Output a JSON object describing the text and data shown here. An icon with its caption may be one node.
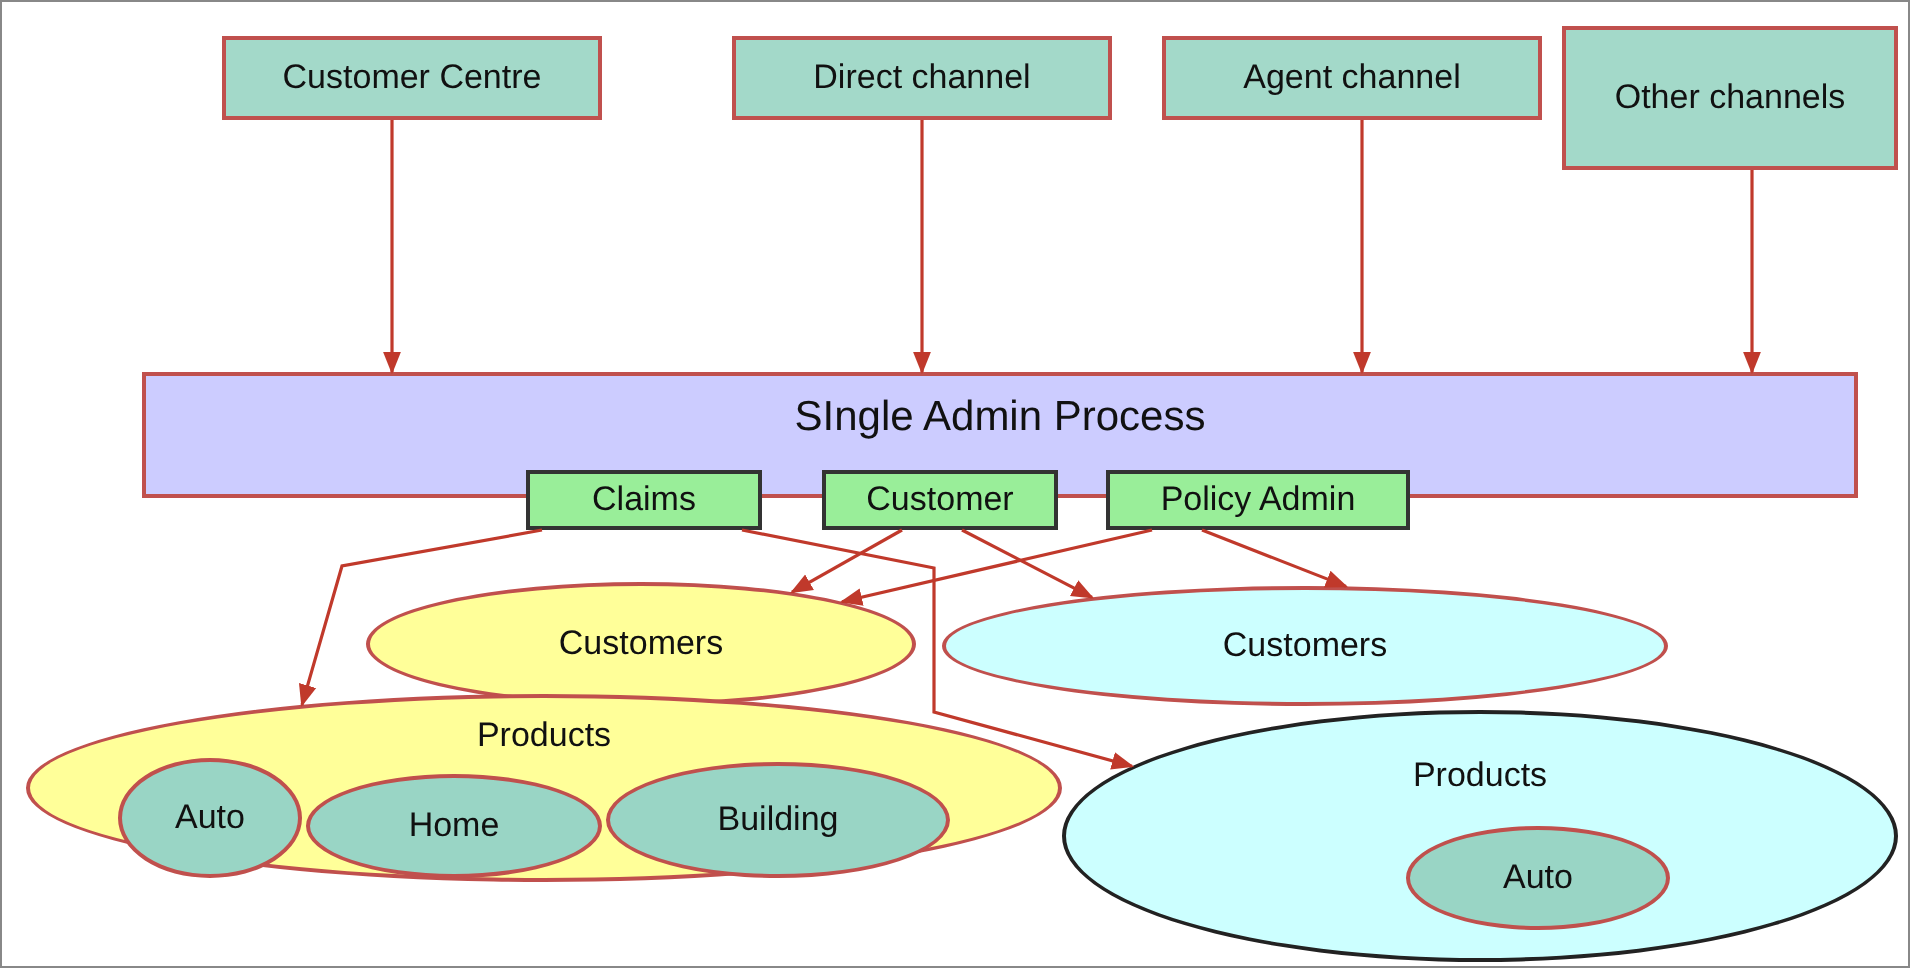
{
  "diagram": {
    "nodes": [
      {
        "text": [
          "Customer Centre"
        ]
      },
      {
        "text": [
          "Direct channel"
        ]
      },
      {
        "text": [
          "Agent channel"
        ]
      },
      {
        "text": [
          "Other channels"
        ]
      },
      {
        "text": [
          "SIngle Admin Process"
        ]
      },
      {
        "text": [
          "Claims"
        ]
      },
      {
        "text": [
          "Customer"
        ]
      },
      {
        "text": [
          "Policy Admin"
        ]
      },
      {
        "text": [
          "Customers"
        ]
      },
      {
        "text": [
          "Customers"
        ]
      },
      {
        "text": [
          "Products"
        ]
      },
      {
        "text": [
          "Auto"
        ],
        "in": 10
      },
      {
        "text": [
          "Home"
        ],
        "in": 10
      },
      {
        "text": [
          "Building"
        ],
        "in": 10
      },
      {
        "text": [
          "Products"
        ]
      },
      {
        "text": [
          "Auto"
        ],
        "in": 14
      }
    ],
    "edges": [
      {
        "from": 0,
        "to": 4,
        "arrow": "to"
      },
      {
        "from": 1,
        "to": 4,
        "arrow": "to"
      },
      {
        "from": 2,
        "to": 4,
        "arrow": "to"
      },
      {
        "from": 3,
        "to": 4,
        "arrow": "to"
      },
      {
        "from": 6,
        "to": 8,
        "arrow": "to"
      },
      {
        "from": 6,
        "to": 9,
        "arrow": "to"
      },
      {
        "from": 7,
        "to": 8,
        "arrow": "to"
      },
      {
        "from": 7,
        "to": 9,
        "arrow": "to"
      },
      {
        "from": 5,
        "to": 10,
        "arrow": "to"
      },
      {
        "from": 5,
        "to": 14,
        "arrow": "to"
      }
    ]
  }
}
